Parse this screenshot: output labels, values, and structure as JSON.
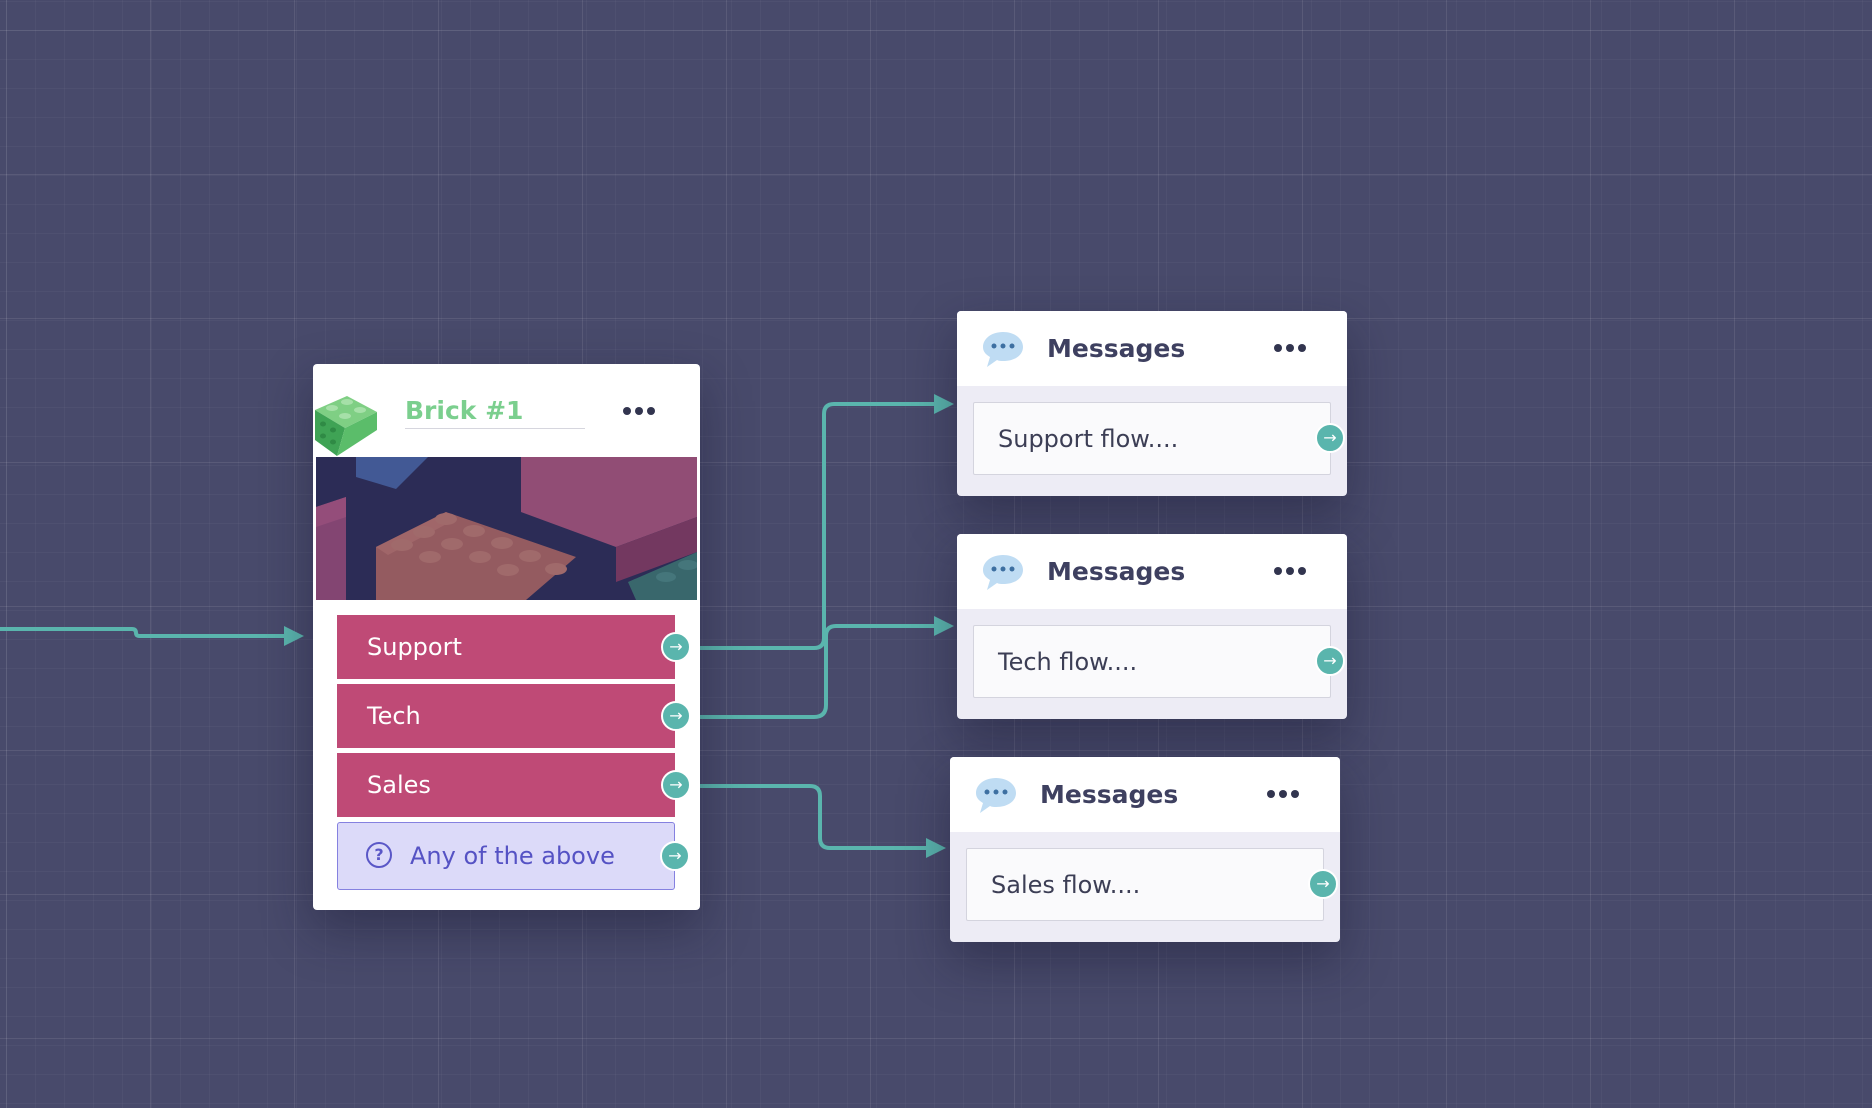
{
  "canvas": {
    "background": "#484a6b",
    "wire_color": "#5ab5ad"
  },
  "brick": {
    "title": "Brick #1",
    "menu_icon": "more-horizontal-icon",
    "logo_icon": "lego-brick-icon",
    "options": [
      {
        "label": "Support",
        "style": "pink"
      },
      {
        "label": "Tech",
        "style": "pink"
      },
      {
        "label": "Sales",
        "style": "pink"
      },
      {
        "label": "Any of the above",
        "style": "fallback",
        "icon": "question-circle-icon"
      }
    ],
    "colors": {
      "title": "#7bcf8e",
      "option": "#bf4a76",
      "fallback_bg": "#dcdaf9",
      "fallback_text": "#5552c4"
    }
  },
  "messages": [
    {
      "title": "Messages",
      "text": "Support flow....",
      "icon": "chat-bubble-icon"
    },
    {
      "title": "Messages",
      "text": "Tech flow....",
      "icon": "chat-bubble-icon"
    },
    {
      "title": "Messages",
      "text": "Sales flow....",
      "icon": "chat-bubble-icon"
    }
  ],
  "port_icon": "arrow-right-icon",
  "port_glyph": "→"
}
